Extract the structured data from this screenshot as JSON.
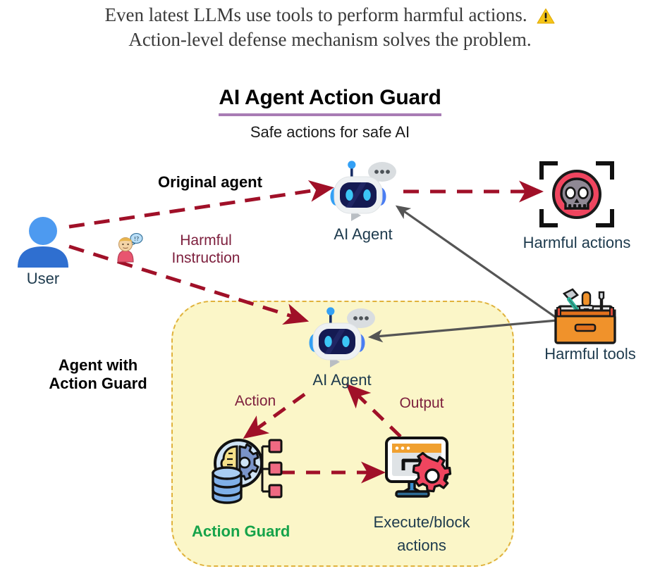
{
  "header": {
    "line1": "Even latest LLMs use tools to perform harmful actions.",
    "line1_icon": "warning-triangle-icon",
    "line2": "Action-level defense mechanism solves the problem."
  },
  "title": {
    "main": "AI Agent Action Guard",
    "subtitle": "Safe actions for safe AI",
    "underline_color": "#a87cb4"
  },
  "diagram": {
    "type": "flow-diagram",
    "top_row": {
      "branch_label": "Original agent",
      "user": {
        "label": "User",
        "icon": "user-avatar-icon",
        "color": "#2f6fd0"
      },
      "instruction": {
        "label_line1": "Harmful",
        "label_line2": "Instruction",
        "icon": "person-speaking-icon",
        "color": "#7d1f3d"
      },
      "agent": {
        "label": "AI Agent",
        "icon": "robot-icon"
      },
      "outcome": {
        "label": "Harmful actions",
        "icon": "skull-target-icon",
        "color": "#f0455f"
      }
    },
    "tools": {
      "label": "Harmful tools",
      "icon": "toolbox-icon",
      "color": "#f0922b"
    },
    "guard_branch": {
      "branch_label_line1": "Agent with",
      "branch_label_line2": "Action Guard",
      "panel_color": "#fbf6c8",
      "panel_border_color": "#e0b23c",
      "agent": {
        "label": "AI Agent",
        "icon": "robot-icon"
      },
      "action_edge": "Action",
      "output_edge": "Output",
      "guard": {
        "label": "Action Guard",
        "icon": "brain-gear-database-icon",
        "color": "#16a34a"
      },
      "executor": {
        "label_line1": "Execute/block",
        "label_line2": "actions",
        "icon": "monitor-gear-icon"
      }
    },
    "edges": [
      {
        "from": "user",
        "to": "agent-top",
        "style": "dashed",
        "color": "#a01028"
      },
      {
        "from": "agent-top",
        "to": "harmful-actions",
        "style": "dashed",
        "color": "#a01028"
      },
      {
        "from": "user",
        "to": "agent-guard",
        "style": "dashed",
        "color": "#a01028"
      },
      {
        "from": "harmful-tools",
        "to": "agent-top",
        "style": "solid",
        "color": "#555555"
      },
      {
        "from": "harmful-tools",
        "to": "agent-guard",
        "style": "solid",
        "color": "#555555"
      },
      {
        "from": "agent-guard",
        "to": "action-guard",
        "style": "dashed",
        "color": "#a01028",
        "label": "Action"
      },
      {
        "from": "action-guard",
        "to": "executor",
        "style": "dashed",
        "color": "#a01028"
      },
      {
        "from": "executor",
        "to": "agent-guard",
        "style": "dashed",
        "color": "#a01028",
        "label": "Output"
      }
    ]
  }
}
